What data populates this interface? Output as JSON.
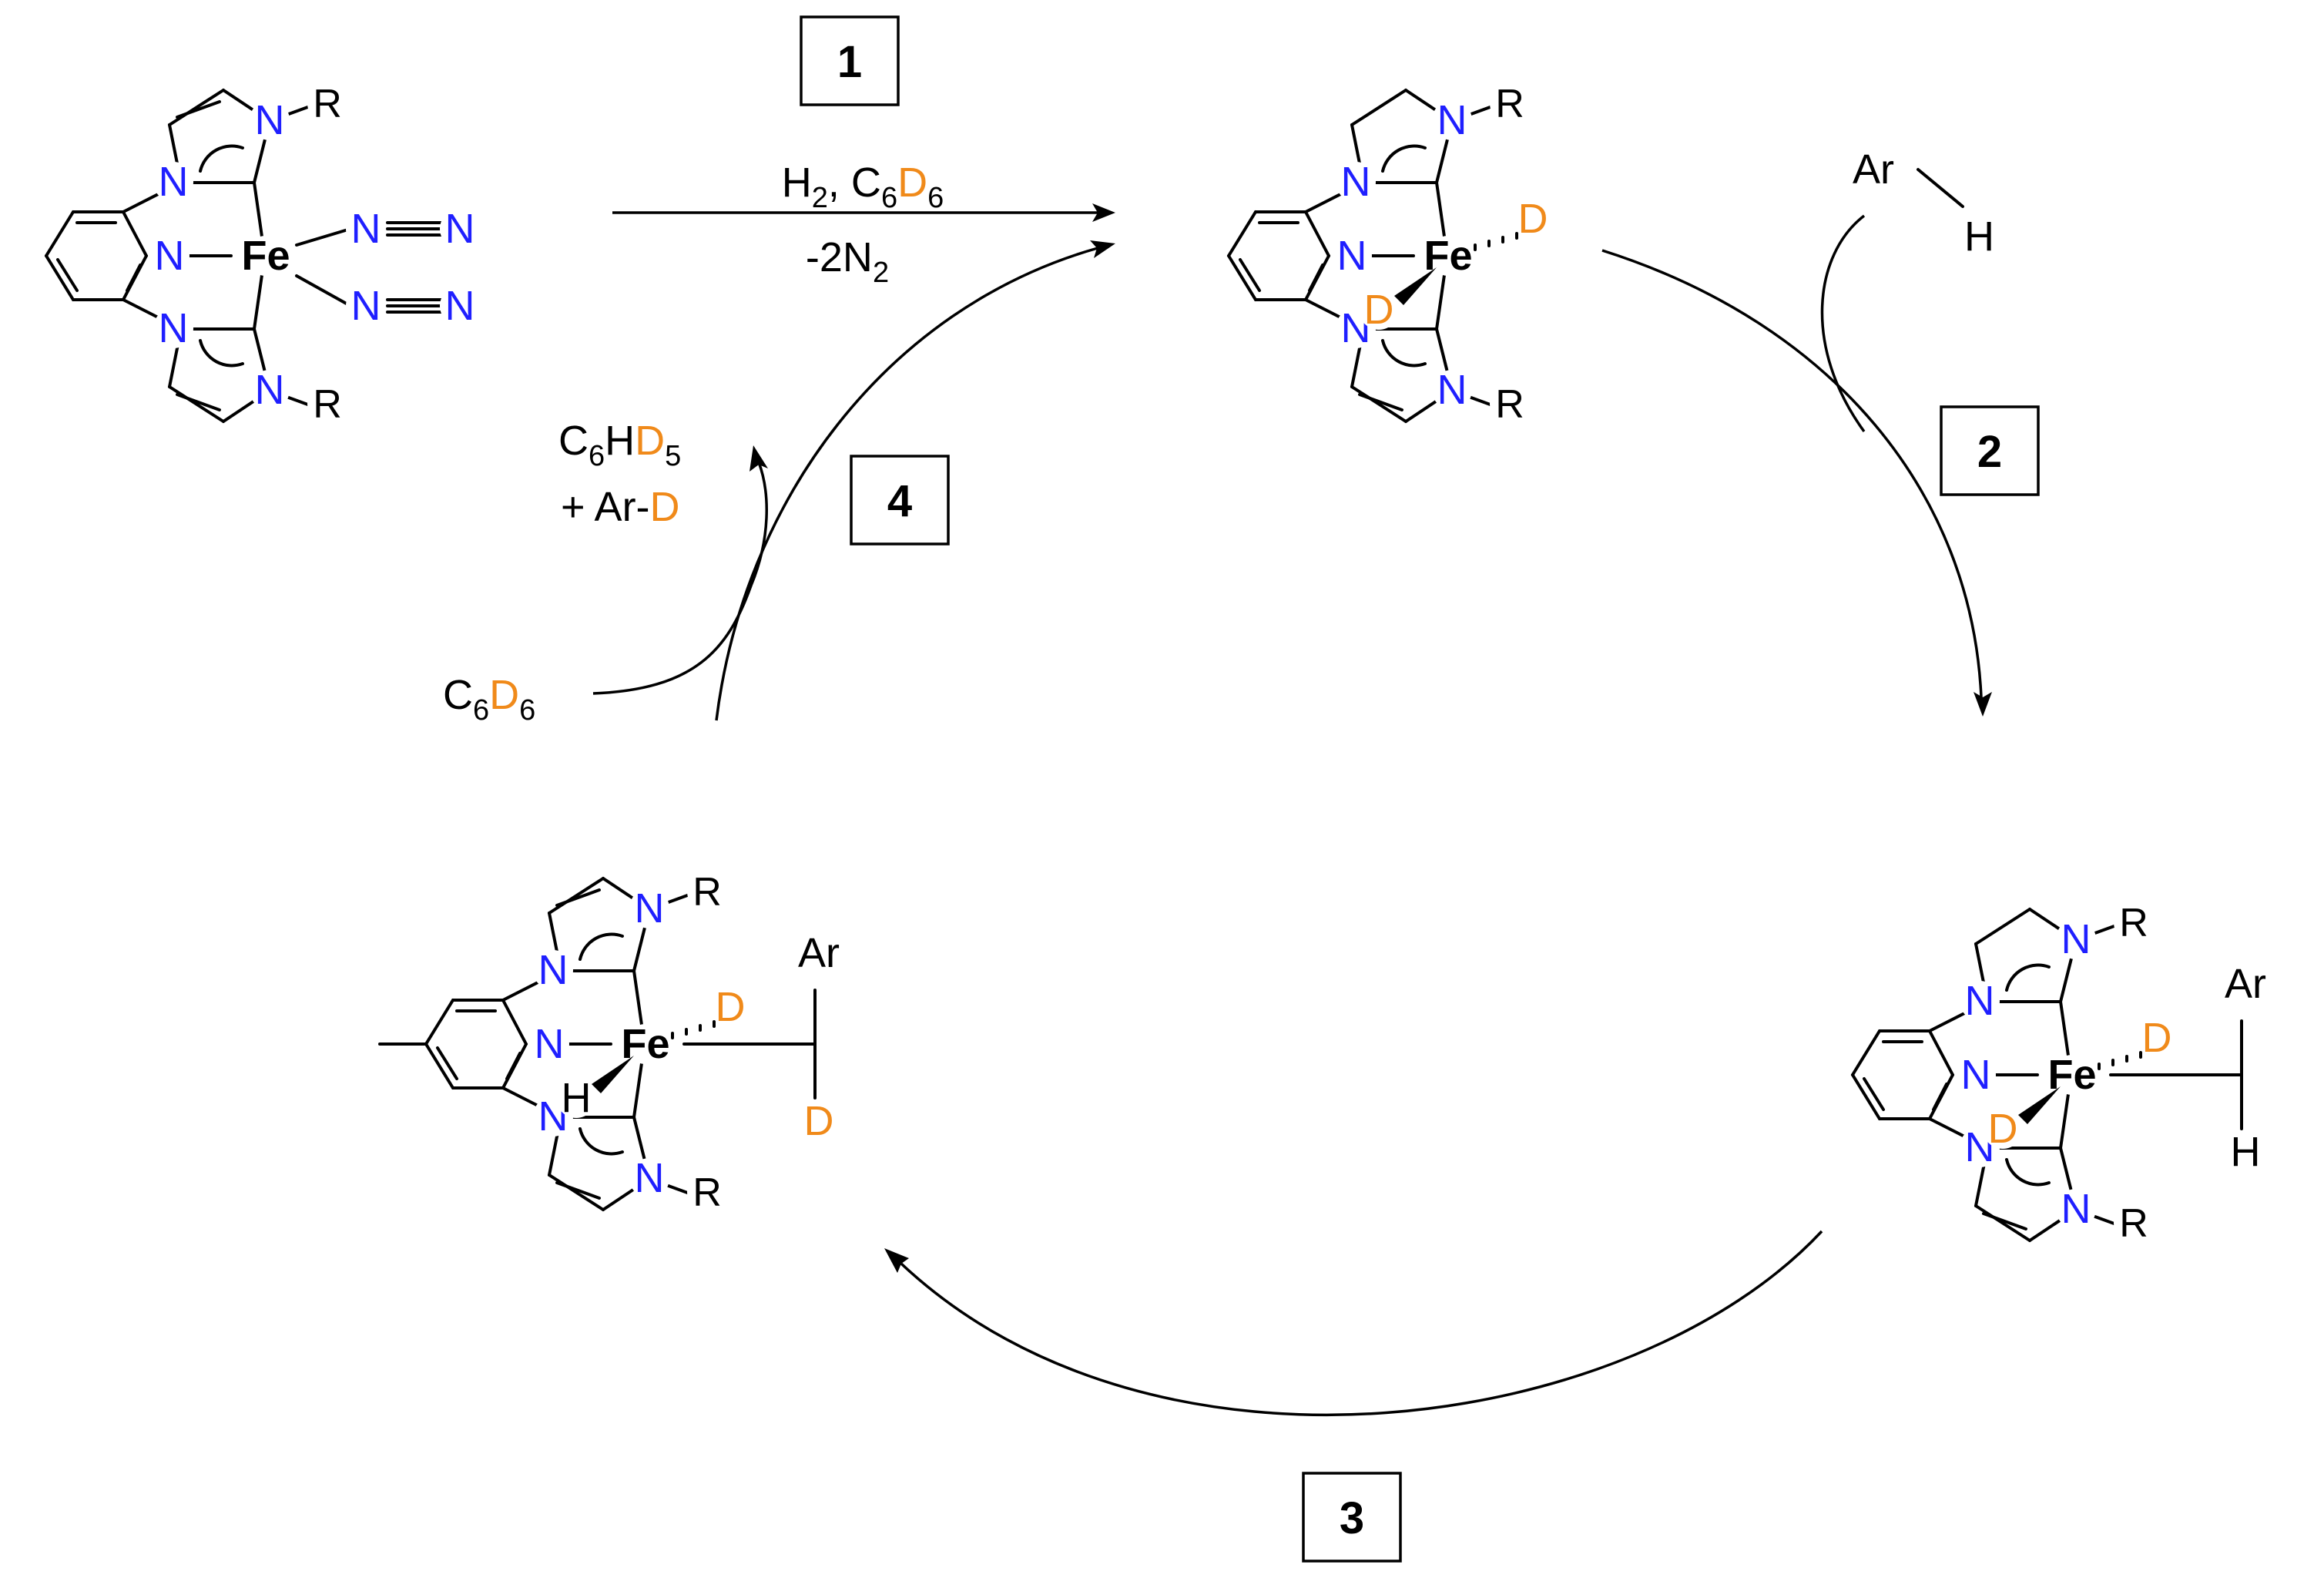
{
  "steps": [
    {
      "number": "1"
    },
    {
      "number": "2"
    },
    {
      "number": "3"
    },
    {
      "number": "4"
    }
  ],
  "labels": {
    "step1_reagent_pre": "H",
    "step1_reagent_sub": "2",
    "step1_reagent_mid": ", C",
    "step1_reagent_c_sub": "6",
    "step1_reagent_d": "D",
    "step1_reagent_d_sub": "6",
    "step1_loss": "-2N",
    "step1_loss_sub": "2",
    "step2_reagent_ar": "Ar",
    "step2_reagent_h": "H",
    "step4_in_c": "C",
    "step4_in_c_sub": "6",
    "step4_in_d": "D",
    "step4_in_d_sub": "6",
    "step4_out1_c": "C",
    "step4_out1_c_sub": "6",
    "step4_out1_h": "H",
    "step4_out1_d": "D",
    "step4_out1_d_sub": "5",
    "step4_out2_pre": "+ Ar-",
    "step4_out2_d": "D"
  },
  "atoms": {
    "iron": "Fe",
    "nitrogen": "N",
    "deuterium": "D",
    "hydrogen": "H",
    "aryl": "Ar",
    "substituent": "R"
  },
  "colors": {
    "nitrogen": "#1f1fff",
    "deuterium": "#f08a1a",
    "bond": "#000000"
  }
}
